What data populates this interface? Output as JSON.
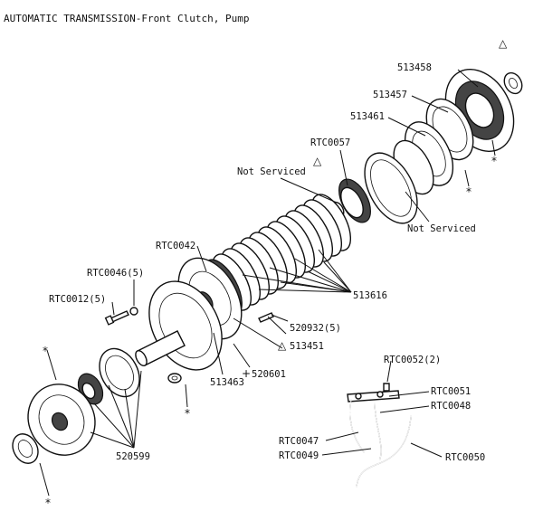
{
  "title": "AUTOMATIC TRANSMISSION-Front Clutch, Pump",
  "labels": {
    "p513458": "513458",
    "p513457": "513457",
    "p513461": "513461",
    "rtc0057": "RTC0057",
    "not_serviced_1": "Not Serviced",
    "not_serviced_2": "Not Serviced",
    "rtc0042": "RTC0042",
    "rtc0046": "RTC0046(5)",
    "rtc0012": "RTC0012(5)",
    "p513616": "513616",
    "p520932": "520932(5)",
    "p513451": "513451",
    "p520601": "520601",
    "p513463": "513463",
    "p520599": "520599",
    "rtc0052": "RTC0052(2)",
    "rtc0051": "RTC0051",
    "rtc0048": "RTC0048",
    "rtc0047": "RTC0047",
    "rtc0049": "RTC0049",
    "rtc0050": "RTC0050"
  },
  "symbols": {
    "asterisk": "*",
    "triangle": "△",
    "plus": "+"
  }
}
